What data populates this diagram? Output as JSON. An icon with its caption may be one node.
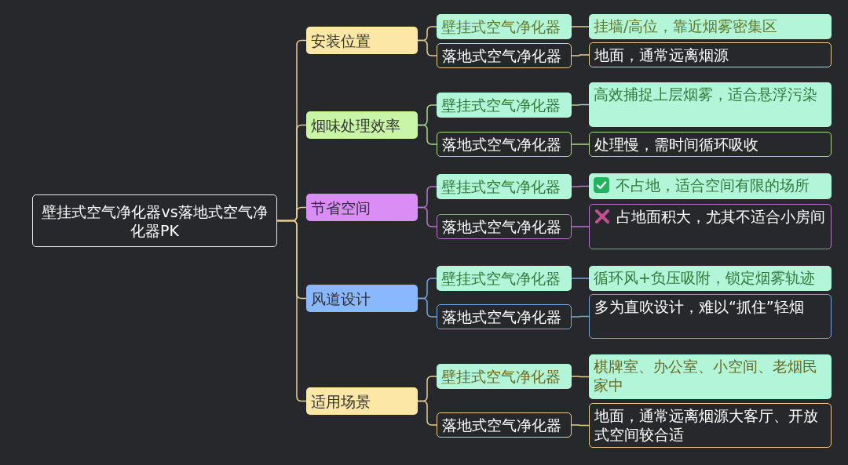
{
  "diagram": {
    "nodes": [
      {
        "text": [
          "壁挂式空气净化器vs落地式空气净化器PK"
        ]
      },
      {
        "text": [
          "安装位置"
        ]
      },
      {
        "text": [
          "壁挂式空气净化器"
        ]
      },
      {
        "text": [
          "挂墙/高位，靠近烟雾密集区"
        ]
      },
      {
        "text": [
          "落地式空气净化器"
        ]
      },
      {
        "text": [
          "地面，通常远离烟源"
        ]
      },
      {
        "text": [
          "烟味处理效率"
        ]
      },
      {
        "text": [
          "壁挂式空气净化器"
        ]
      },
      {
        "text": [
          "高效捕捉上层烟雾，适合悬浮污染"
        ]
      },
      {
        "text": [
          "落地式空气净化器"
        ]
      },
      {
        "text": [
          "处理慢，需时间循环吸收"
        ]
      },
      {
        "text": [
          "节省空间"
        ]
      },
      {
        "text": [
          "壁挂式空气净化器"
        ]
      },
      {
        "text": [
          "不占地，适合空间有限的场所"
        ]
      },
      {
        "text": [
          "落地式空气净化器"
        ]
      },
      {
        "text": [
          "占地面积大，尤其不适合小房间"
        ]
      },
      {
        "text": [
          "风道设计"
        ]
      },
      {
        "text": [
          "壁挂式空气净化器"
        ]
      },
      {
        "text": [
          "循环风+负压吸附，锁定烟雾轨迹"
        ]
      },
      {
        "text": [
          "落地式空气净化器"
        ]
      },
      {
        "text": [
          "多为直吹设计，难以“抓住”轻烟"
        ]
      },
      {
        "text": [
          "适用场景"
        ]
      },
      {
        "text": [
          "壁挂式空气净化器"
        ]
      },
      {
        "text": [
          "棋牌室、办公室、小空间、老烟民家中"
        ]
      },
      {
        "text": [
          "落地式空气净化器"
        ]
      },
      {
        "text": [
          "地面，通常远离烟源大客厅、开放式空间较合适"
        ]
      }
    ],
    "edges": [
      {
        "from": 0,
        "to": 1,
        "arrow": "none"
      },
      {
        "from": 0,
        "to": 6,
        "arrow": "none"
      },
      {
        "from": 0,
        "to": 11,
        "arrow": "none"
      },
      {
        "from": 0,
        "to": 16,
        "arrow": "none"
      },
      {
        "from": 0,
        "to": 21,
        "arrow": "none"
      },
      {
        "from": 1,
        "to": 2,
        "arrow": "none"
      },
      {
        "from": 2,
        "to": 3,
        "arrow": "none"
      },
      {
        "from": 1,
        "to": 4,
        "arrow": "none"
      },
      {
        "from": 4,
        "to": 5,
        "arrow": "none"
      },
      {
        "from": 6,
        "to": 7,
        "arrow": "none",
        "color": "#a8d88a"
      },
      {
        "from": 7,
        "to": 8,
        "arrow": "none",
        "color": "#a8d88a"
      },
      {
        "from": 6,
        "to": 9,
        "arrow": "none",
        "color": "#a8d88a"
      },
      {
        "from": 9,
        "to": 10,
        "arrow": "none",
        "color": "#a8d88a"
      },
      {
        "from": 11,
        "to": 12,
        "arrow": "none",
        "color": "#b57ac8"
      },
      {
        "from": 12,
        "to": 13,
        "arrow": "none",
        "color": "#b57ac8"
      },
      {
        "from": 11,
        "to": 14,
        "arrow": "none",
        "color": "#b57ac8"
      },
      {
        "from": 14,
        "to": 15,
        "arrow": "none",
        "color": "#b57ac8"
      },
      {
        "from": 16,
        "to": 17,
        "arrow": "none",
        "color": "#7aa6e0"
      },
      {
        "from": 17,
        "to": 18,
        "arrow": "none",
        "color": "#7aa6e0"
      },
      {
        "from": 16,
        "to": 19,
        "arrow": "none",
        "color": "#7aa6e0"
      },
      {
        "from": 19,
        "to": 20,
        "arrow": "none",
        "color": "#7aa6e0"
      },
      {
        "from": 21,
        "to": 22,
        "arrow": "none"
      },
      {
        "from": 22,
        "to": 23,
        "arrow": "none"
      },
      {
        "from": 21,
        "to": 24,
        "arrow": "none"
      },
      {
        "from": 24,
        "to": 25,
        "arrow": "none"
      }
    ]
  }
}
